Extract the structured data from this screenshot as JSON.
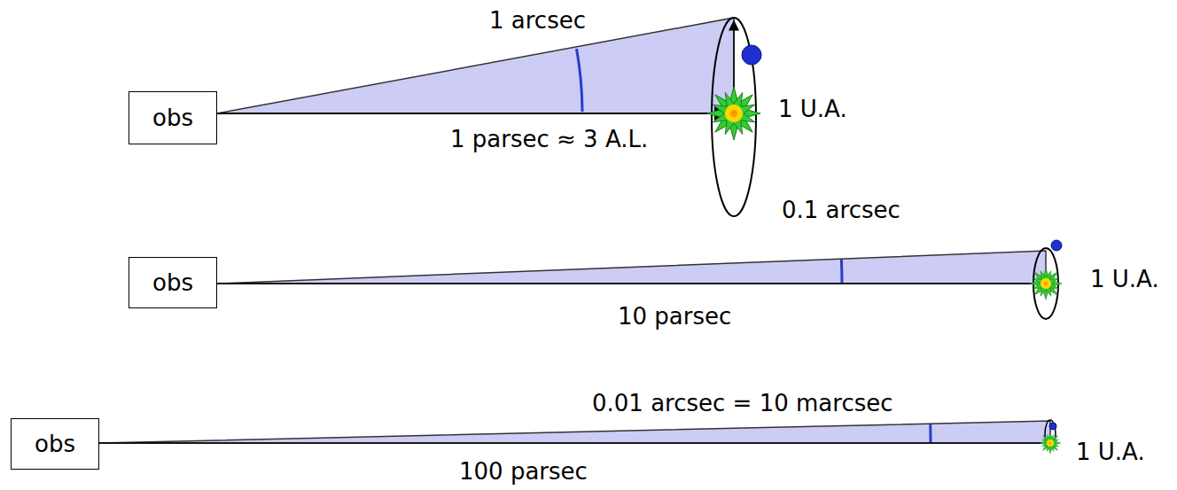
{
  "diagram": {
    "nodes": [
      {
        "text": [
          "obs"
        ]
      },
      {
        "text": [
          "obs"
        ]
      },
      {
        "text": [
          "obs"
        ]
      }
    ],
    "labels": [
      "1 arcsec",
      "1 U.A.",
      "1 parsec ≈ 3 A.L.",
      "0.1 arcsec",
      "10 parsec",
      "1 U.A.",
      "0.01 arcsec = 10 marcsec",
      "100 parsec",
      "1 U.A."
    ]
  }
}
